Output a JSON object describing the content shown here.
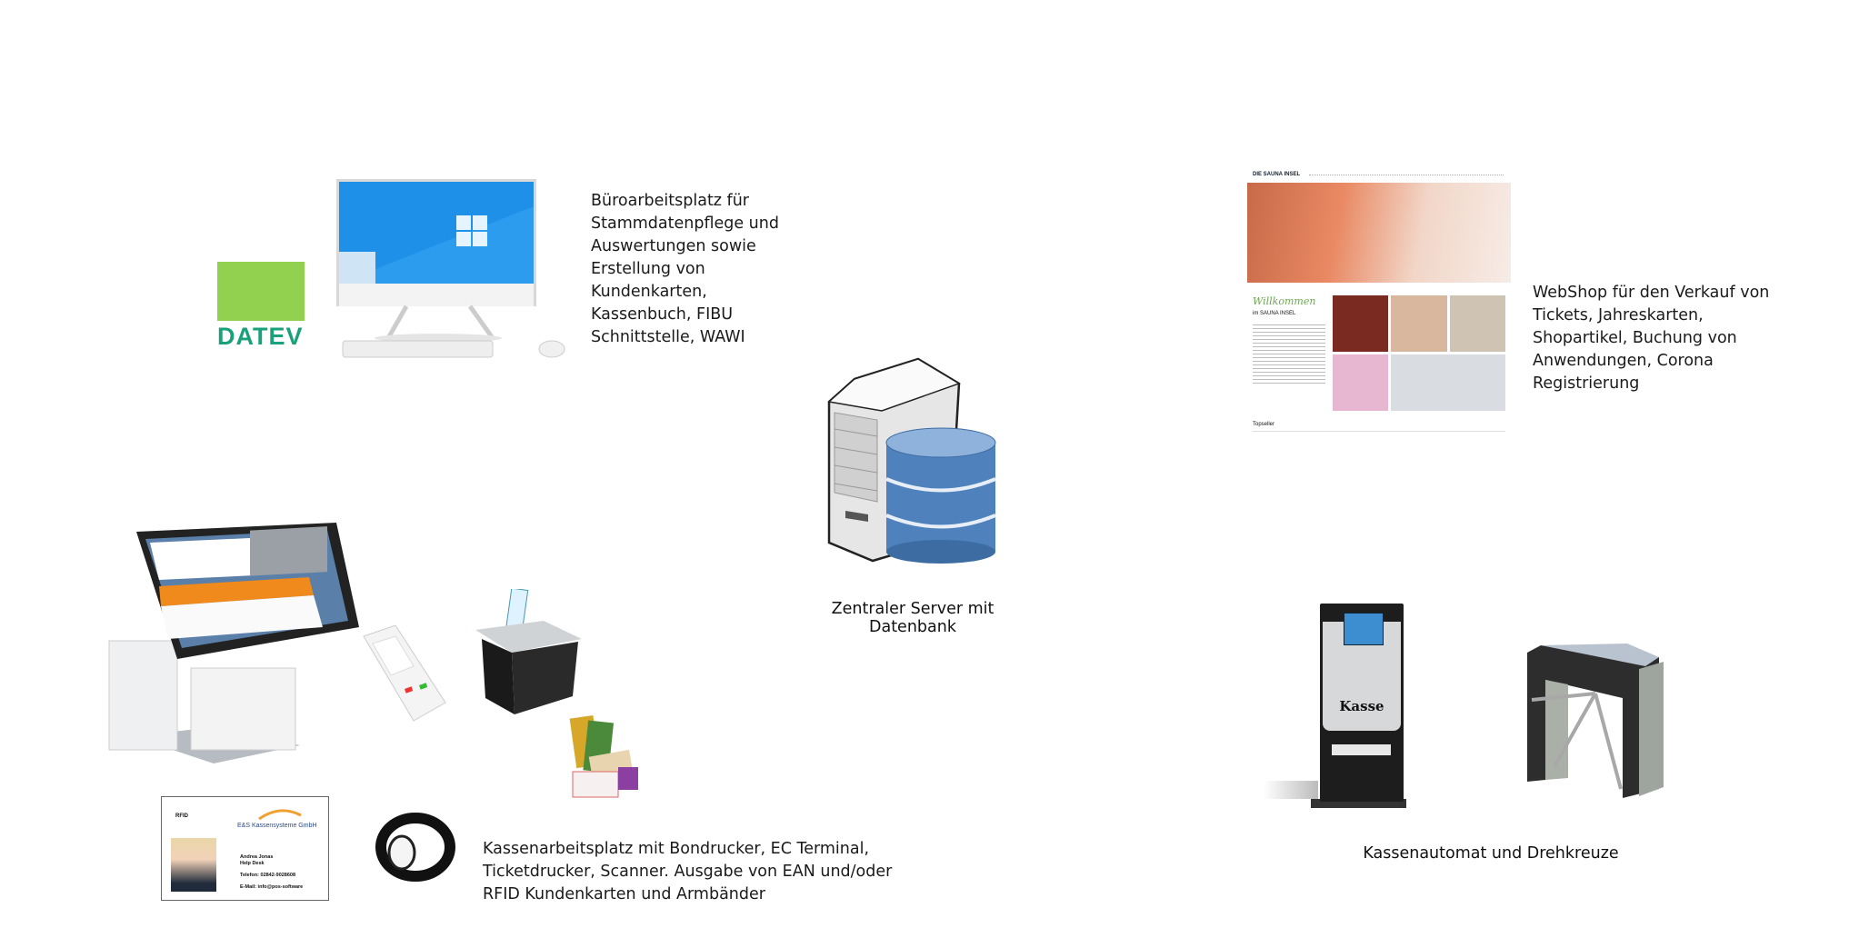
{
  "office": {
    "logo_text": "DATEV",
    "description_lines": [
      "Büroarbeitsplatz für",
      "Stammdatenpflege und",
      "Auswertungen sowie",
      "Erstellung von",
      "Kundenkarten,",
      "Kassenbuch, FIBU",
      "Schnittstelle, WAWI"
    ]
  },
  "webshop": {
    "site_logo": "DIE SAUNA INSEL",
    "welcome_heading": "Willkommen",
    "welcome_sub": "im SAUNA INSEL",
    "topseller_label": "Topseller",
    "description_lines": [
      "WebShop für den Verkauf von",
      "Tickets, Jahreskarten,",
      "Shopartikel, Buchung von",
      "Anwendungen, Corona",
      "Registrierung"
    ]
  },
  "server": {
    "caption": "Zentraler Server mit Datenbank"
  },
  "pos": {
    "card": {
      "company": "E&S Kassensysteme GmbH",
      "rfid_label": "RFID",
      "name": "Andrea Jonas",
      "role": "Help Desk",
      "phone": "Telefon: 02842-9028608",
      "email": "E-Mail: info@pos-software"
    },
    "description_lines": [
      "Kassenarbeitsplatz mit Bondrucker, EC Terminal,",
      "Ticketdrucker, Scanner. Ausgabe von EAN und/oder",
      "RFID Kundenkarten und Armbänder"
    ]
  },
  "kiosk": {
    "label": "Kasse",
    "caption": "Kassenautomat und Drehkreuze"
  },
  "colors": {
    "datev_green": "#92d050",
    "datev_text": "#1aa07a",
    "db_blue": "#4f81bd",
    "win_blue": "#1e90e8",
    "pos_orange": "#f08a1c"
  }
}
